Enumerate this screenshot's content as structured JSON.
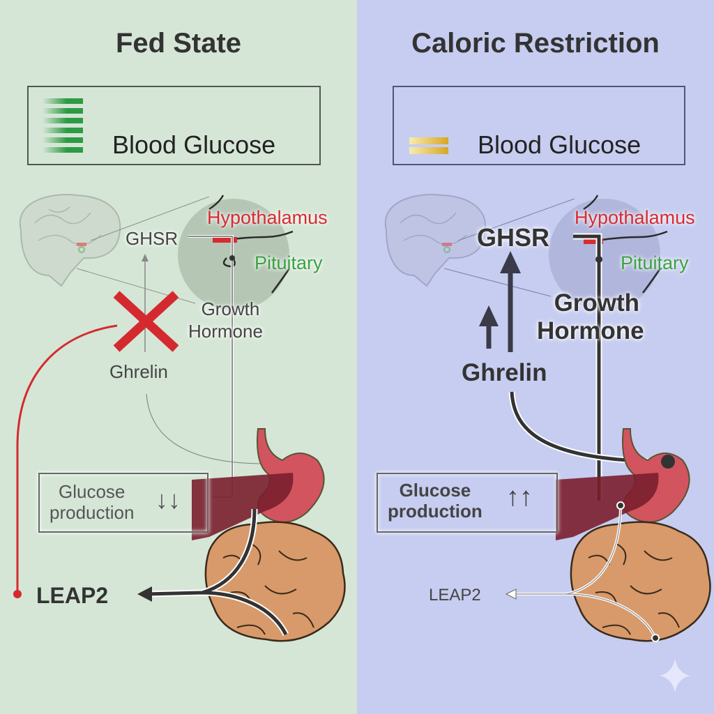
{
  "panels": {
    "fed": {
      "title": "Fed State",
      "blood_glucose_label": "Blood Glucose",
      "blood_glucose_level": "high",
      "hypothalamus": "Hypothalamus",
      "pituitary": "Pituitary",
      "ghsr": "GHSR",
      "growth_hormone_line1": "Growth",
      "growth_hormone_line2": "Hormone",
      "ghrelin": "Ghrelin",
      "glucose_production_line1": "Glucose",
      "glucose_production_line2": "production",
      "glucose_production_arrows": "↓↓",
      "leap2": "LEAP2",
      "inhibition_icon": "red-x-icon"
    },
    "cr": {
      "title": "Caloric Restriction",
      "blood_glucose_label": "Blood Glucose",
      "blood_glucose_level": "low",
      "hypothalamus": "Hypothalamus",
      "pituitary": "Pituitary",
      "ghsr": "GHSR",
      "growth_hormone_line1": "Growth",
      "growth_hormone_line2": "Hormone",
      "ghrelin": "Ghrelin",
      "glucose_production_line1": "Glucose",
      "glucose_production_line2": "production",
      "glucose_production_arrows": "↑↑",
      "leap2": "LEAP2"
    }
  },
  "colors": {
    "fed_bg": "#d5e6d6",
    "cr_bg": "#c7cdf0",
    "hypothalamus": "#d72b32",
    "pituitary": "#3ba245",
    "inhibition": "#d42a2f",
    "liver": "#7a1f2e",
    "stomach": "#d2545f",
    "intestine": "#d89a6a"
  }
}
